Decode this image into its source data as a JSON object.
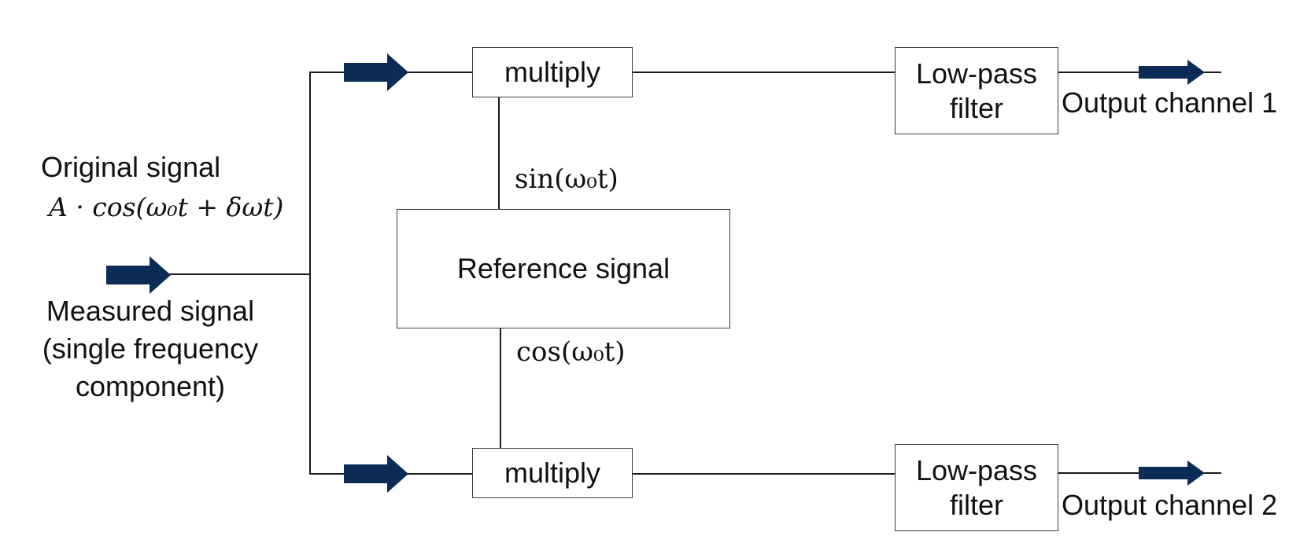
{
  "colors": {
    "arrow": "#0d2b57",
    "line": "#1a1a1a",
    "box_border": "#3a3a3a"
  },
  "input": {
    "original_label": "Original signal",
    "original_formula": "A · cos(ω₀t  + δωt)",
    "measured_label": "Measured signal\n(single frequency\ncomponent)"
  },
  "blocks": {
    "multiply_top": "multiply",
    "multiply_bottom": "multiply",
    "reference": "Reference signal",
    "lowpass_top": "Low-pass\nfilter",
    "lowpass_bottom": "Low-pass\nfilter"
  },
  "refs": {
    "sin": "sin(ω₀t)",
    "cos": "cos(ω₀t)"
  },
  "outputs": {
    "channel1": "Output channel 1",
    "channel2": "Output channel 2"
  }
}
